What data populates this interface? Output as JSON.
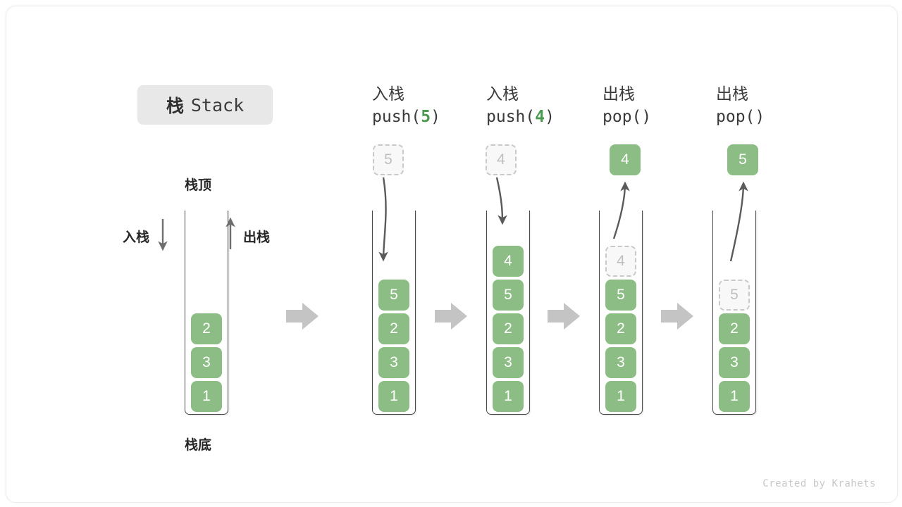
{
  "title": {
    "cn": "栈",
    "en": "Stack"
  },
  "labels": {
    "top": "栈顶",
    "bottom": "栈底",
    "push": "入栈",
    "pop": "出栈"
  },
  "credit": "Created by Krahets",
  "colors": {
    "element": "#8cbd85",
    "ghost_fill": "#f8f8f8",
    "ghost_border": "#c9c9c9",
    "arrow": "#5a5a5a",
    "step_arrow": "#c4c4c4",
    "accent_text": "#4a9a4f",
    "chip_bg": "#e8e8e8"
  },
  "columns": [
    {
      "id": "initial",
      "head_line1": "",
      "head_line2": "",
      "head_arg": "",
      "cells": [
        {
          "value": "1",
          "state": "solid"
        },
        {
          "value": "3",
          "state": "solid"
        },
        {
          "value": "2",
          "state": "solid"
        }
      ],
      "floating": null
    },
    {
      "id": "push-5",
      "head_line1": "入栈",
      "head_line2_pre": "push(",
      "head_arg": "5",
      "head_line2_post": ")",
      "cells": [
        {
          "value": "1",
          "state": "solid"
        },
        {
          "value": "3",
          "state": "solid"
        },
        {
          "value": "2",
          "state": "solid"
        },
        {
          "value": "5",
          "state": "solid"
        }
      ],
      "floating": {
        "value": "5",
        "state": "ghost",
        "direction": "in"
      }
    },
    {
      "id": "push-4",
      "head_line1": "入栈",
      "head_line2_pre": "push(",
      "head_arg": "4",
      "head_line2_post": ")",
      "cells": [
        {
          "value": "1",
          "state": "solid"
        },
        {
          "value": "3",
          "state": "solid"
        },
        {
          "value": "2",
          "state": "solid"
        },
        {
          "value": "5",
          "state": "solid"
        },
        {
          "value": "4",
          "state": "solid"
        }
      ],
      "floating": {
        "value": "4",
        "state": "ghost",
        "direction": "in"
      }
    },
    {
      "id": "pop-4",
      "head_line1": "出栈",
      "head_line2_pre": "pop(",
      "head_arg": "",
      "head_line2_post": ")",
      "cells": [
        {
          "value": "1",
          "state": "solid"
        },
        {
          "value": "3",
          "state": "solid"
        },
        {
          "value": "2",
          "state": "solid"
        },
        {
          "value": "5",
          "state": "solid"
        },
        {
          "value": "4",
          "state": "ghost"
        }
      ],
      "floating": {
        "value": "4",
        "state": "solid",
        "direction": "out"
      }
    },
    {
      "id": "pop-5",
      "head_line1": "出栈",
      "head_line2_pre": "pop(",
      "head_arg": "",
      "head_line2_post": ")",
      "cells": [
        {
          "value": "1",
          "state": "solid"
        },
        {
          "value": "3",
          "state": "solid"
        },
        {
          "value": "2",
          "state": "solid"
        },
        {
          "value": "5",
          "state": "ghost"
        }
      ],
      "floating": {
        "value": "5",
        "state": "solid",
        "direction": "out"
      }
    }
  ],
  "step_arrows": 4
}
